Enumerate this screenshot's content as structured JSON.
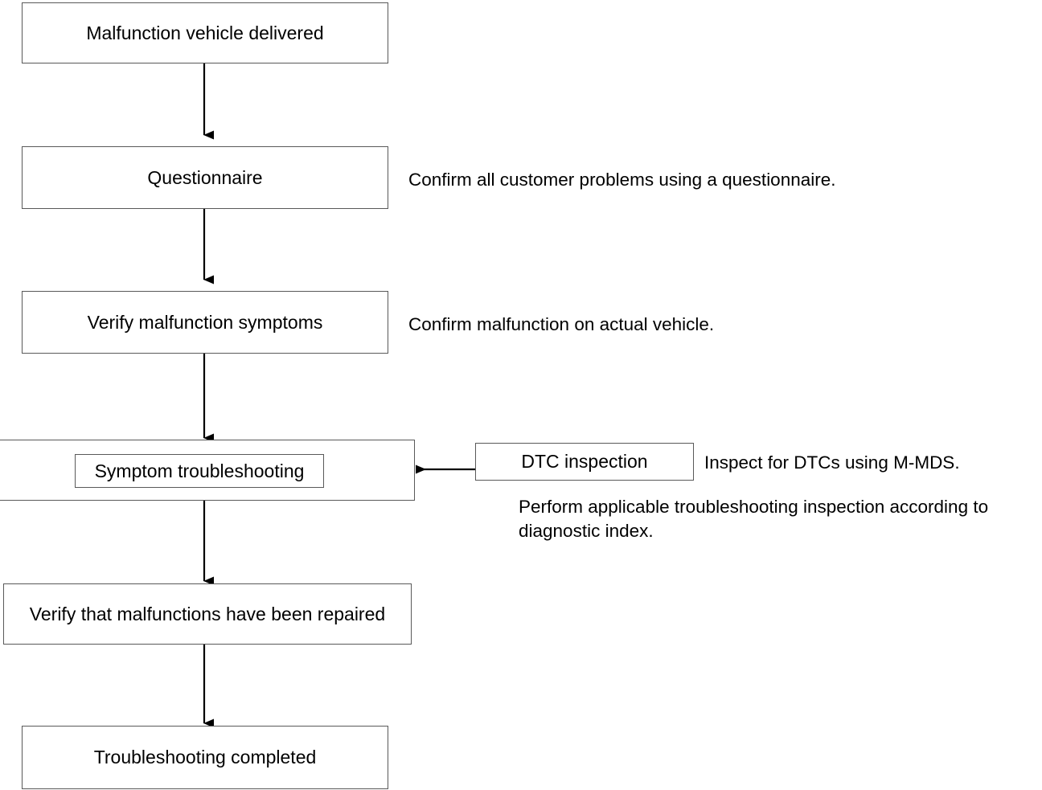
{
  "diagram": {
    "title": "Troubleshooting flow",
    "line_color": "#595959",
    "arrow_color": "#000000",
    "text_color": "#000000",
    "background": "#ffffff"
  },
  "nodes": [
    {
      "id": "malfunction-vehicle-delivered",
      "label": "Malfunction vehicle delivered"
    },
    {
      "id": "questionnaire",
      "label": "Questionnaire"
    },
    {
      "id": "verify-malfunction-symptoms",
      "label": "Verify malfunction symptoms"
    },
    {
      "id": "symptom-troubleshooting",
      "label": "Symptom troubleshooting"
    },
    {
      "id": "verify-malfunctions-repaired",
      "label": "Verify that malfunctions have been repaired"
    },
    {
      "id": "troubleshooting-completed",
      "label": "Troubleshooting completed"
    },
    {
      "id": "dtc-inspection",
      "label": "DTC inspection"
    }
  ],
  "notes": [
    {
      "id": "note-questionnaire",
      "text": "Confirm all customer problems using a questionnaire."
    },
    {
      "id": "note-verify-symptoms",
      "text": "Confirm malfunction on actual vehicle."
    },
    {
      "id": "note-dtc-inspection",
      "text": "Inspect for DTCs using M-MDS."
    },
    {
      "id": "note-diagnostic-index",
      "text": "Perform applicable troubleshooting inspection according to\ndiagnostic index."
    }
  ],
  "edges": [
    {
      "id": "edge-delivered-to-questionnaire",
      "from": "malfunction-vehicle-delivered",
      "to": "questionnaire",
      "direction": "down"
    },
    {
      "id": "edge-questionnaire-to-verify-symptoms",
      "from": "questionnaire",
      "to": "verify-malfunction-symptoms",
      "direction": "down"
    },
    {
      "id": "edge-verify-symptoms-to-symptom-troubleshooting",
      "from": "verify-malfunction-symptoms",
      "to": "symptom-troubleshooting",
      "direction": "down"
    },
    {
      "id": "edge-symptom-troubleshooting-to-verify-repaired",
      "from": "symptom-troubleshooting",
      "to": "verify-malfunctions-repaired",
      "direction": "down"
    },
    {
      "id": "edge-verify-repaired-to-completed",
      "from": "verify-malfunctions-repaired",
      "to": "troubleshooting-completed",
      "direction": "down"
    },
    {
      "id": "edge-dtc-to-symptom-troubleshooting",
      "from": "dtc-inspection",
      "to": "symptom-troubleshooting",
      "direction": "left"
    }
  ]
}
